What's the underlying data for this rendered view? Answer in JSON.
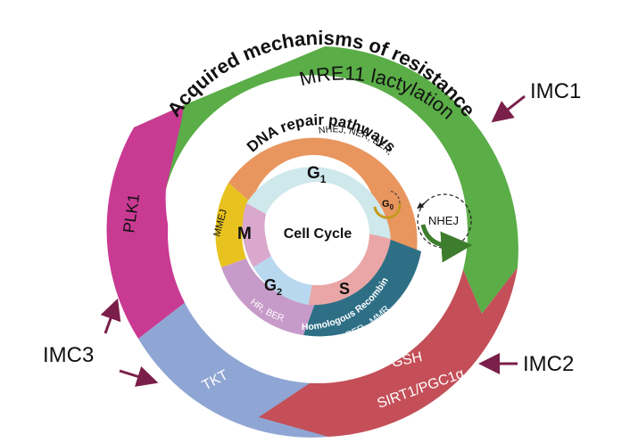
{
  "title": "Acquired mechanisms of resistance",
  "dna_repair_title": "DNA repair pathways",
  "center": "Cell Cycle",
  "outer_ring": {
    "mre11": "MRE11 lactylation",
    "plk1": "PLK1",
    "tkt": "TKT",
    "gsh": "GSH",
    "sirt1": "SIRT1/PGC1α"
  },
  "repair_ring": {
    "nhej_ner_ber": "NHEJ, NER, BER,",
    "mmej": "MMEJ",
    "hr_ber": "HR, BER",
    "homologous": "Homologous Recombination",
    "ner_ber_mmr": "NER, BER , MMR"
  },
  "phases": {
    "g1": "G",
    "g1_sub": "1",
    "g0": "G",
    "g0_sub": "0",
    "m": "M",
    "g2": "G",
    "g2_sub": "2",
    "s": "S"
  },
  "nhej_loop": "NHEJ",
  "imc_labels": {
    "imc1": "IMC1",
    "imc2": "IMC2",
    "imc3": "IMC3"
  },
  "colors": {
    "green": "#5aad47",
    "magenta": "#c93a93",
    "lavender": "#8fa6d4",
    "red": "#c44f58",
    "orange": "#e8955e",
    "yellow": "#e8c21f",
    "purple": "#c79bc9",
    "teal": "#2e6f86",
    "light_cyan": "#cfe8ec",
    "pink": "#eaa6a6",
    "light_blue": "#b8d8ef",
    "mauve": "#d9a8cc",
    "arrow": "#7a1f4a"
  }
}
